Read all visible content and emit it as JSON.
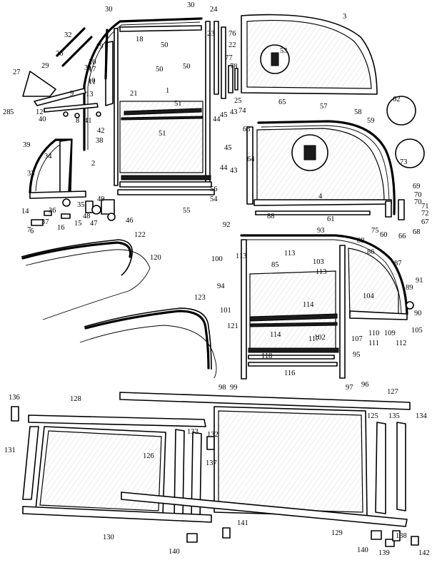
{
  "diagram": {
    "callouts": [
      {
        "id": "c30a",
        "text": "30"
      },
      {
        "id": "c30b",
        "text": "30"
      },
      {
        "id": "c24",
        "text": "24"
      },
      {
        "id": "c23",
        "text": "23"
      },
      {
        "id": "c76",
        "text": "76"
      },
      {
        "id": "c22",
        "text": "22"
      },
      {
        "id": "c18",
        "text": "18"
      },
      {
        "id": "c50a",
        "text": "50"
      },
      {
        "id": "c50b",
        "text": "50"
      },
      {
        "id": "c50c",
        "text": "50"
      },
      {
        "id": "c19",
        "text": "19"
      },
      {
        "id": "c32",
        "text": "32"
      },
      {
        "id": "c26",
        "text": "26"
      },
      {
        "id": "c31",
        "text": "31"
      },
      {
        "id": "c20",
        "text": "20"
      },
      {
        "id": "c17",
        "text": "17"
      },
      {
        "id": "c29",
        "text": "29"
      },
      {
        "id": "c27",
        "text": "27"
      },
      {
        "id": "c11",
        "text": "11"
      },
      {
        "id": "c10",
        "text": "10"
      },
      {
        "id": "c9",
        "text": "9"
      },
      {
        "id": "c13",
        "text": "13"
      },
      {
        "id": "c21",
        "text": "21"
      },
      {
        "id": "c1",
        "text": "1"
      },
      {
        "id": "c77",
        "text": "77"
      },
      {
        "id": "c78",
        "text": "78"
      },
      {
        "id": "c3",
        "text": "3"
      },
      {
        "id": "c53",
        "text": "53"
      },
      {
        "id": "c28",
        "text": "28"
      },
      {
        "id": "c5",
        "text": "5"
      },
      {
        "id": "c12",
        "text": "12"
      },
      {
        "id": "c40",
        "text": "40"
      },
      {
        "id": "c8",
        "text": "8"
      },
      {
        "id": "c41",
        "text": "41"
      },
      {
        "id": "c42",
        "text": "42"
      },
      {
        "id": "c51a",
        "text": "51"
      },
      {
        "id": "c51b",
        "text": "51"
      },
      {
        "id": "c25",
        "text": "25"
      },
      {
        "id": "c43a",
        "text": "43"
      },
      {
        "id": "c44a",
        "text": "44"
      },
      {
        "id": "c45a",
        "text": "45"
      },
      {
        "id": "c74",
        "text": "74"
      },
      {
        "id": "c65",
        "text": "65"
      },
      {
        "id": "c57",
        "text": "57"
      },
      {
        "id": "c58",
        "text": "58"
      },
      {
        "id": "c62",
        "text": "62"
      },
      {
        "id": "c59",
        "text": "59"
      },
      {
        "id": "c63",
        "text": "63"
      },
      {
        "id": "c64",
        "text": "64"
      },
      {
        "id": "c39",
        "text": "39"
      },
      {
        "id": "c38",
        "text": "38"
      },
      {
        "id": "c34",
        "text": "34"
      },
      {
        "id": "c33",
        "text": "33"
      },
      {
        "id": "c2",
        "text": "2"
      },
      {
        "id": "c45b",
        "text": "45"
      },
      {
        "id": "c44b",
        "text": "44"
      },
      {
        "id": "c43b",
        "text": "43"
      },
      {
        "id": "c73",
        "text": "73"
      },
      {
        "id": "c56",
        "text": "56"
      },
      {
        "id": "c54",
        "text": "54"
      },
      {
        "id": "c55",
        "text": "55"
      },
      {
        "id": "c4",
        "text": "4"
      },
      {
        "id": "c69",
        "text": "69"
      },
      {
        "id": "c70a",
        "text": "70"
      },
      {
        "id": "c70b",
        "text": "70"
      },
      {
        "id": "c71",
        "text": "71"
      },
      {
        "id": "c72",
        "text": "72"
      },
      {
        "id": "c67",
        "text": "67"
      },
      {
        "id": "c61",
        "text": "61"
      },
      {
        "id": "c75",
        "text": "75"
      },
      {
        "id": "c60",
        "text": "60"
      },
      {
        "id": "c66",
        "text": "66"
      },
      {
        "id": "c68",
        "text": "68"
      },
      {
        "id": "c49",
        "text": "49"
      },
      {
        "id": "c35",
        "text": "35"
      },
      {
        "id": "c14",
        "text": "14"
      },
      {
        "id": "c36",
        "text": "36"
      },
      {
        "id": "c37",
        "text": "37"
      },
      {
        "id": "c48",
        "text": "48"
      },
      {
        "id": "c47",
        "text": "47"
      },
      {
        "id": "c46",
        "text": "46"
      },
      {
        "id": "c15",
        "text": "15"
      },
      {
        "id": "c16",
        "text": "16"
      },
      {
        "id": "c7",
        "text": "7"
      },
      {
        "id": "c6",
        "text": "6"
      },
      {
        "id": "c88a",
        "text": "88"
      },
      {
        "id": "c92",
        "text": "92"
      },
      {
        "id": "c88b",
        "text": "88"
      },
      {
        "id": "c93",
        "text": "93"
      },
      {
        "id": "c100",
        "text": "100"
      },
      {
        "id": "c113a",
        "text": "113"
      },
      {
        "id": "c113b",
        "text": "113"
      },
      {
        "id": "c86",
        "text": "86"
      },
      {
        "id": "c103",
        "text": "103"
      },
      {
        "id": "c113c",
        "text": "113"
      },
      {
        "id": "c85",
        "text": "85"
      },
      {
        "id": "c87",
        "text": "87"
      },
      {
        "id": "c94",
        "text": "94"
      },
      {
        "id": "c91",
        "text": "91"
      },
      {
        "id": "c89",
        "text": "89"
      },
      {
        "id": "c104",
        "text": "104"
      },
      {
        "id": "c114a",
        "text": "114"
      },
      {
        "id": "c90",
        "text": "90"
      },
      {
        "id": "c101",
        "text": "101"
      },
      {
        "id": "c102",
        "text": "102"
      },
      {
        "id": "c114b",
        "text": "114"
      },
      {
        "id": "c105",
        "text": "105"
      },
      {
        "id": "c110",
        "text": "110"
      },
      {
        "id": "c109",
        "text": "109"
      },
      {
        "id": "c107",
        "text": "107"
      },
      {
        "id": "c111",
        "text": "111"
      },
      {
        "id": "c112",
        "text": "112"
      },
      {
        "id": "c117",
        "text": "117"
      },
      {
        "id": "c95",
        "text": "95"
      },
      {
        "id": "c118",
        "text": "118"
      },
      {
        "id": "c116",
        "text": "116"
      },
      {
        "id": "c98",
        "text": "98"
      },
      {
        "id": "c99",
        "text": "99"
      },
      {
        "id": "c97",
        "text": "97"
      },
      {
        "id": "c96",
        "text": "96"
      },
      {
        "id": "c122",
        "text": "122"
      },
      {
        "id": "c120",
        "text": "120"
      },
      {
        "id": "c123",
        "text": "123"
      },
      {
        "id": "c121",
        "text": "121"
      },
      {
        "id": "c136",
        "text": "136"
      },
      {
        "id": "c128",
        "text": "128"
      },
      {
        "id": "c127",
        "text": "127"
      },
      {
        "id": "c125",
        "text": "125"
      },
      {
        "id": "c135",
        "text": "135"
      },
      {
        "id": "c134",
        "text": "134"
      },
      {
        "id": "c131",
        "text": "131"
      },
      {
        "id": "c133",
        "text": "133"
      },
      {
        "id": "c132",
        "text": "132"
      },
      {
        "id": "c137",
        "text": "137"
      },
      {
        "id": "c126",
        "text": "126"
      },
      {
        "id": "c130",
        "text": "130"
      },
      {
        "id": "c141",
        "text": "141"
      },
      {
        "id": "c129",
        "text": "129"
      },
      {
        "id": "c140a",
        "text": "140"
      },
      {
        "id": "c140b",
        "text": "140"
      },
      {
        "id": "c139",
        "text": "139"
      },
      {
        "id": "c138",
        "text": "138"
      },
      {
        "id": "c142",
        "text": "142"
      }
    ]
  }
}
